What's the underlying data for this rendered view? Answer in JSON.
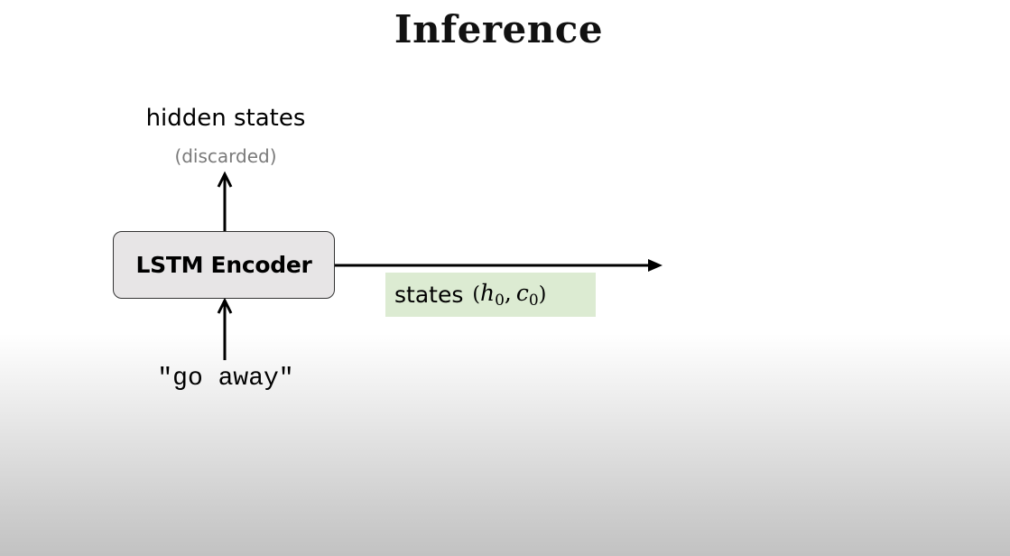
{
  "title": "Inference",
  "output_label": "hidden states",
  "output_note": "(discarded)",
  "encoder_label": "LSTM Encoder",
  "states_label": {
    "word": "states",
    "open_paren": "(",
    "h_symbol": "h",
    "h_subscript": "0",
    "comma": ",",
    "c_symbol": "c",
    "c_subscript": "0",
    "close_paren": ")"
  },
  "input_text": "\"go away\"",
  "colors": {
    "encoder_fill": "#e7e5e6",
    "states_highlight": "#dcebd2",
    "note_text": "#7a7a7a"
  }
}
